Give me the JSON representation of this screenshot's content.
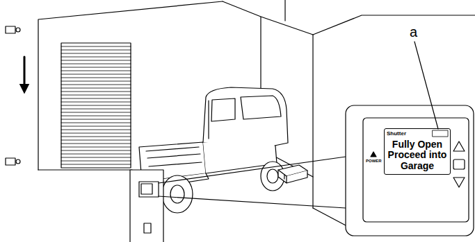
{
  "diagram": {
    "nodes": [
      {
        "text": [
          "Shutter",
          "Fully Open Proceed into Garage"
        ]
      }
    ],
    "labels": [
      "a",
      "POWER"
    ]
  }
}
